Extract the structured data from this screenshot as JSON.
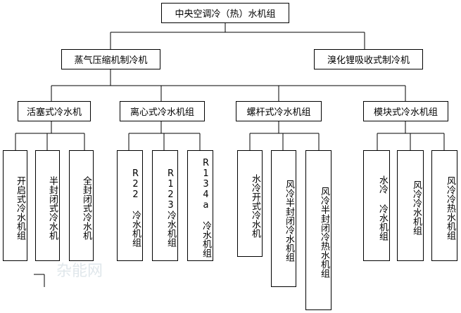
{
  "root": "中央空调冷（热）水机组",
  "level1": {
    "steam": "蒸气压缩机制冷机",
    "absorption": "溴化锂吸收式制冷机"
  },
  "level2": {
    "piston": "活塞式冷水机",
    "centrifugal": "离心式冷水机组",
    "screw": "螺杆式冷水机组",
    "modular": "模块式冷水机组"
  },
  "leaves": {
    "piston_open": "开启式冷水机组",
    "piston_semi": "半封闭式冷水机",
    "piston_full": "全封闭式冷水机",
    "cent_r22": "R22 冷水机组",
    "cent_r123": "R123冷水机组",
    "cent_r134a": "R134a 冷水机组",
    "screw_water": "水冷开式冷水机",
    "screw_air_semi": "风冷半封闭冷水机组",
    "screw_air_semi_heat": "风冷半封闭冷热水机组",
    "mod_water": "水冷 冷水机组",
    "mod_air": "风冷冷水机组",
    "mod_air_heat": "风冷冷热水机组"
  },
  "watermark": "杂能网",
  "colors": {
    "line": "#000000",
    "box_bg": "#ffffff"
  }
}
